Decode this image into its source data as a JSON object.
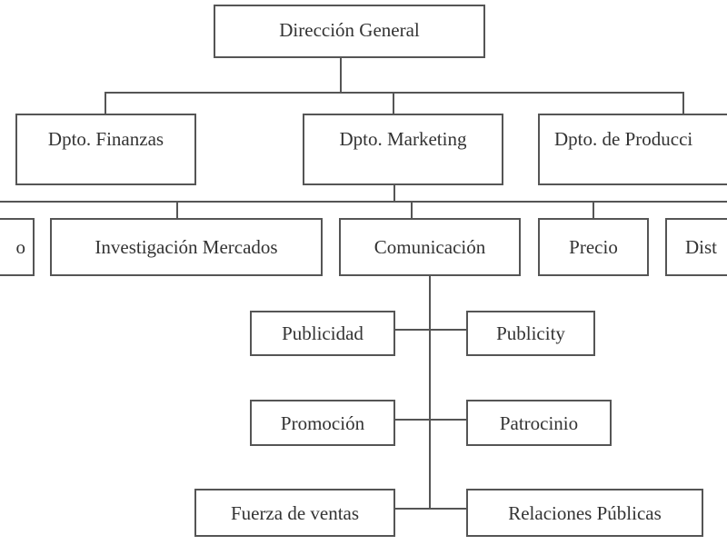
{
  "chart": {
    "root": "Dirección General",
    "departments": [
      "Dpto. Finanzas",
      "Dpto. Marketing",
      "Dpto. de Producci"
    ],
    "marketing_areas": [
      "o",
      "Investigación Mercados",
      "Comunicación",
      "Precio",
      "Dist"
    ],
    "communication_items": [
      "Publicidad",
      "Publicity",
      "Promoción",
      "Patrocinio",
      "Fuerza de ventas",
      "Relaciones Públicas"
    ]
  }
}
